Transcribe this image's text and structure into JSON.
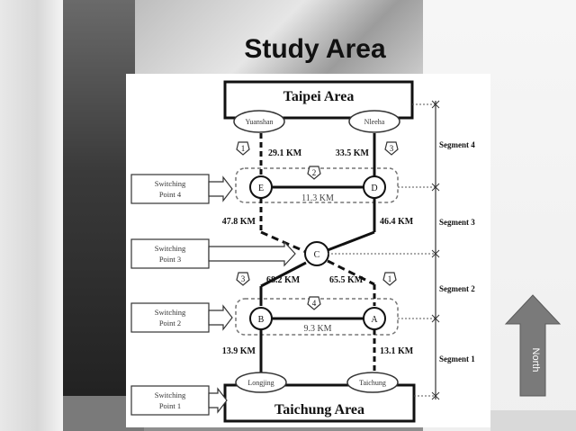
{
  "slide_title": "Study Area",
  "areas": {
    "north": "Taipei Area",
    "south": "Taichung Area"
  },
  "stations": {
    "yuanshan": "Yuanshan",
    "nleeha": "Nleeha",
    "longjing": "Longjing",
    "taichung": "Taichung"
  },
  "nodes": {
    "e": "E",
    "d_top": "D",
    "c": "C",
    "b": "B",
    "a": "A"
  },
  "distances": {
    "e_north": "29.1 KM",
    "d_north": "33.5 KM",
    "e_d": "11.3 KM",
    "e_c": "47.8 KM",
    "d_c": "46.4 KM",
    "c_b": "68.2 KM",
    "c_a": "65.5 KM",
    "b_a": "9.3 KM",
    "b_south": "13.9 KM",
    "a_south": "13.1 KM"
  },
  "route_numbers": {
    "top_left": "1",
    "top_mid": "2",
    "top_right": "3",
    "mid_left": "3",
    "mid_mid": "4",
    "mid_right": "1"
  },
  "switching_points": {
    "p4": [
      "Switching",
      "Point 4"
    ],
    "p3": [
      "Switching",
      "Point 3"
    ],
    "p2": [
      "Switching",
      "Point 2"
    ],
    "p1": [
      "Switching",
      "Point 1"
    ]
  },
  "segments": {
    "s4": "Segment 4",
    "s3": "Segment 3",
    "s2": "Segment 2",
    "s1": "Segment 1"
  },
  "compass": "North",
  "colors": {
    "line": "#111111",
    "arrow": "#7a7a7a",
    "box_dash": "#777777"
  }
}
